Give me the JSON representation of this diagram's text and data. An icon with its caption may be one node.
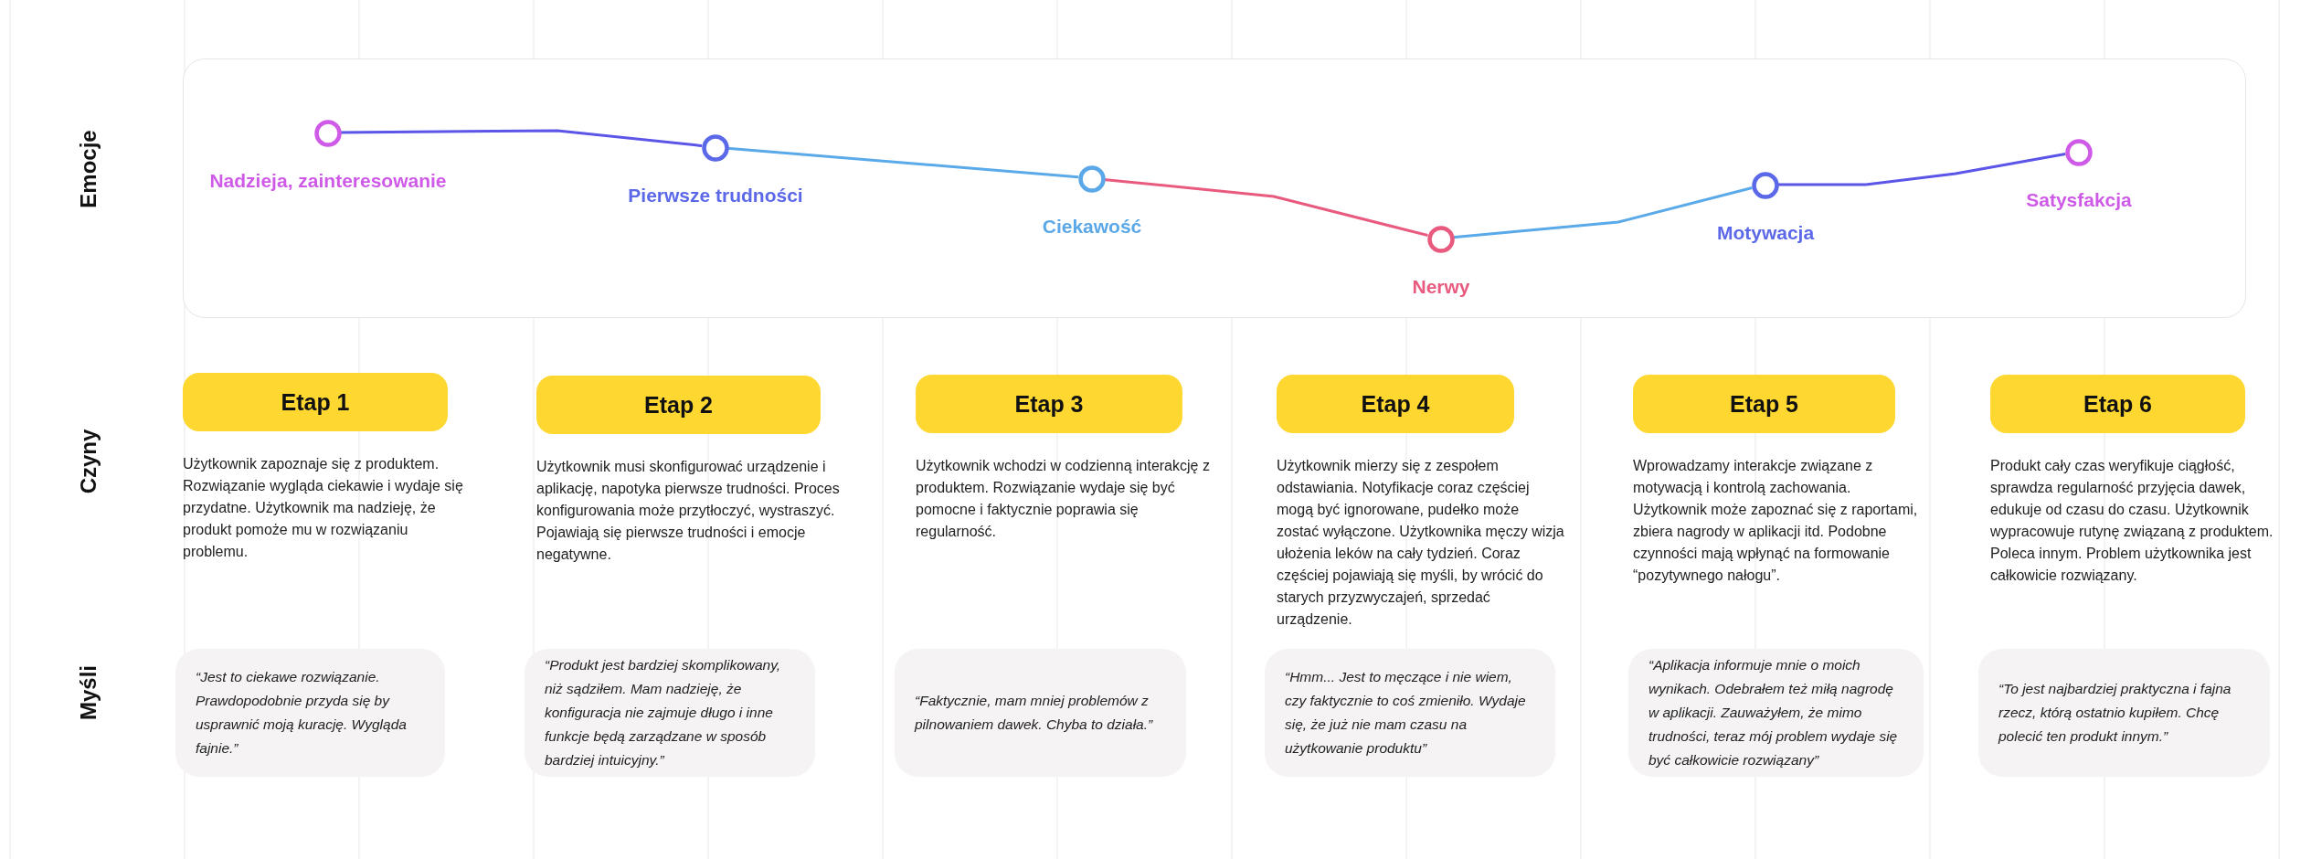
{
  "diagram": {
    "nodes": [
      {
        "text": [],
        "shape": "box"
      },
      {
        "text": [
          "Nadzieja, zainteresowanie"
        ],
        "in": 0
      },
      {
        "text": [
          "Pierwsze trudności"
        ],
        "in": 0
      },
      {
        "text": [
          "Ciekawość"
        ],
        "in": 0
      },
      {
        "text": [
          "Nerwy"
        ],
        "in": 0
      },
      {
        "text": [
          "Motywacja"
        ],
        "in": 0
      },
      {
        "text": [
          "Satysfakcja"
        ],
        "in": 0
      },
      {
        "text": [
          "Etap 1"
        ],
        "beside": [
          "Użytkownik zapoznaje się z produktem. Rozwiązanie wygląda ciekawie i wydaje się przydatne. Użytkownik ma nadzieję, że produkt pomoże mu w rozwiązaniu problemu."
        ]
      },
      {
        "text": [
          "Etap 2"
        ],
        "beside": [
          "Użytkownik musi skonfigurować urządzenie i aplikację, napotyka pierwsze trudności. Proces konfigurowania może przytłoczyć, wystraszyć. Pojawiają się pierwsze trudności i emocje negatywne."
        ]
      },
      {
        "text": [
          "Etap 3"
        ],
        "beside": [
          "Użytkownik wchodzi w codzienną interakcję z produktem. Rozwiązanie wydaje się być pomocne i faktycznie poprawia się regularność."
        ]
      },
      {
        "text": [
          "Etap 4"
        ],
        "beside": [
          "Użytkownik mierzy się z zespołem odstawiania. Notyfikacje coraz częściej mogą być ignorowane, pudełko może zostać wyłączone. Użytkownika męczy wizja ułożenia leków na cały tydzień. Coraz częściej pojawiają się myśli, by wrócić do starych przyzwyczajeń, sprzedać urządzenie."
        ]
      },
      {
        "text": [
          "Etap 5"
        ],
        "beside": [
          "Wprowadzamy interakcje związane z motywacją i kontrolą zachowania. Użytkownik może zapoznać się z raportami, zbiera nagrody w aplikacji itd. Podobne czynności mają wpłynąć na formowanie “pozytywnego nałogu”."
        ]
      },
      {
        "text": [
          "Etap 6"
        ],
        "beside": [
          "Produkt cały czas weryfikuje ciągłość, sprawdza regularność przyjęcia dawek, edukuje od czasu do czasu. Użytkownik wypracowuje rutynę związaną z produktem. Poleca innym. Problem użytkownika jest całkowicie rozwiązany."
        ]
      },
      {
        "text": [
          "“Jest to ciekawe rozwiązanie. Prawdopodobnie przyda się by usprawnić moją kurację. Wygląda fajnie.”"
        ]
      },
      {
        "text": [
          "“Produkt jest bardziej skomplikowany, niż sądziłem. Mam nadzieję, że konfiguracja nie zajmuje długo i inne funkcje będą zarządzane w sposób bardziej intuicyjny.”"
        ]
      },
      {
        "text": [
          "“Faktycznie, mam mniej problemów z pilnowaniem dawek. Chyba to działa.”"
        ]
      },
      {
        "text": [
          "“Hmm... Jest to męczące i nie wiem, czy faktycznie to coś zmieniło. Wydaje się, że już nie mam czasu na użytkowanie produktu”"
        ]
      },
      {
        "text": [
          "“Aplikacja informuje mnie o moich wynikach. Odebrałem też miłą nagrodę w aplikacji. Zauważyłem, że mimo trudności, teraz mój problem wydaje się być całkowicie rozwiązany”"
        ]
      },
      {
        "text": [
          "“To jest najbardziej praktyczna i fajna rzecz, którą ostatnio kupiłem. Chcę polecić ten produkt innym.”"
        ]
      }
    ],
    "edges": [
      {
        "from": 1,
        "to": 2,
        "arrow": "none",
        "color": "#5b55e8"
      },
      {
        "from": 2,
        "to": 3,
        "arrow": "none",
        "color": "#5aa9e8"
      },
      {
        "from": 3,
        "to": 4,
        "arrow": "none",
        "color": "#e85a7e"
      },
      {
        "from": 4,
        "to": 5,
        "arrow": "none",
        "color": "#5aa9e8"
      },
      {
        "from": 5,
        "to": 6,
        "arrow": "none",
        "color": "#5b55e8"
      }
    ],
    "labels": [
      "Emocje",
      "Czyny",
      "Myśli"
    ]
  }
}
